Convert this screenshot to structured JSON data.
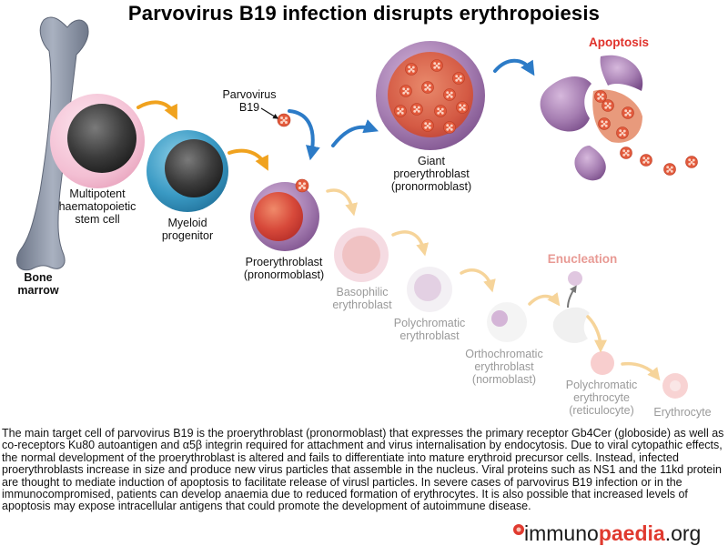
{
  "title": "Parvovirus B19 infection disrupts erythropoiesis",
  "labels": {
    "bone_marrow": [
      "Bone",
      "marrow"
    ],
    "stem_cell": [
      "Multipotent",
      "haematopoietic",
      "stem cell"
    ],
    "myeloid": [
      "Myeloid",
      "progenitor"
    ],
    "parvovirus": [
      "Parvovirus",
      "B19"
    ],
    "proerythroblast": [
      "Proerythroblast",
      "(pronormoblast)"
    ],
    "giant": [
      "Giant",
      "proerythroblast",
      "(pronormoblast)"
    ],
    "apoptosis": "Apoptosis",
    "basophilic": [
      "Basophilic",
      "erythroblast"
    ],
    "polychromatic_erythroblast": [
      "Polychromatic",
      "erythroblast"
    ],
    "orthochromatic": [
      "Orthochromatic",
      "erythroblast",
      "(normoblast)"
    ],
    "enucleation": "Enucleation",
    "reticulocyte": [
      "Polychromatic",
      "erythrocyte",
      "(reticulocyte)"
    ],
    "erythrocyte": "Erythrocyte"
  },
  "description": "The main target cell of parvovirus B19 is the proerythroblast (pronormoblast) that expresses the primary receptor Gb4Cer (globoside) as well as co-receptors Ku80 autoantigen and α5β integrin required for attachment and virus internalisation by endocytosis. Due to viral cytopathic effects, the normal development of the proerythroblast is altered and fails to differentiate into mature erythroid precursor cells. Instead, infected proerythroblasts increase in size and produce new virus particles that assemble in the nucleus. Viral proteins such as NS1 and the 11kd protein are thought to mediate induction of apoptosis to facilitate release of virusl particles. In severe cases of parvovirus B19 infection or in the immunocompromised, patients can develop anaemia due to reduced formation of erythrocytes. It is also possible that increased levels of apoptosis may expose intracellular antigens that could promote the development of autoimmune disease.",
  "logo": {
    "part1": "immuno",
    "part2": "paedia",
    "part3": ".org"
  },
  "colors": {
    "bone": "#8e97a8",
    "stem_membrane": "#f2c4d6",
    "myeloid_membrane": "#2f8fb8",
    "proerythroblast_membrane": "#9b6aa8",
    "nucleus_dark": "#3a3a3a",
    "nucleus_red": "#d84a3a",
    "virus": "#e25a3c",
    "arrow_orange": "#f0a21e",
    "arrow_blue": "#2c7bc7",
    "apoptosis_red": "#e0322b",
    "faded_orange": "#f6d49a"
  }
}
